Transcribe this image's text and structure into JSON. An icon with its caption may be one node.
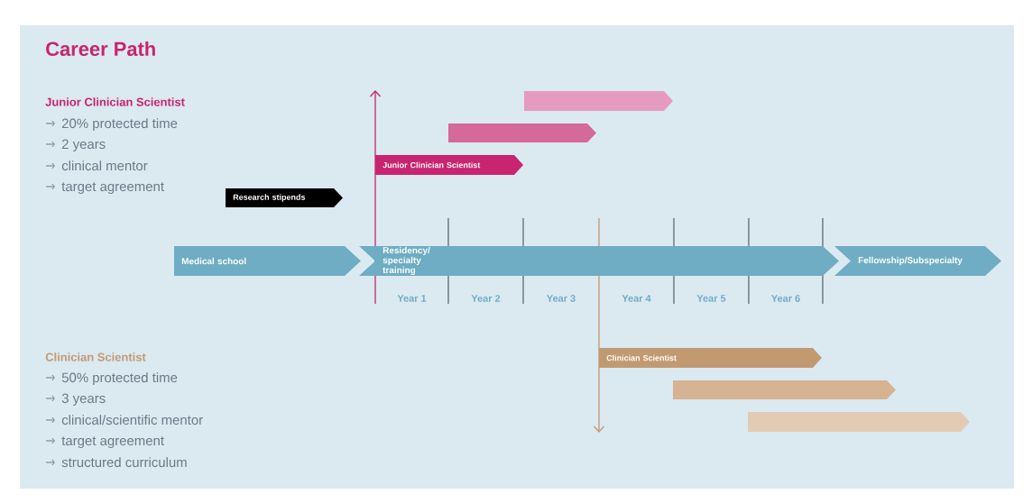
{
  "diagram": {
    "title": "Career Path",
    "nodes": [
      {
        "text": [
          "Medical school"
        ]
      },
      {
        "text": [
          "Residency/ specialty training"
        ]
      },
      {
        "text": [
          "Fellowship/Subspecialty"
        ]
      },
      {
        "text": [
          "Research stipends"
        ]
      },
      {
        "text": [
          "Junior Clinician Scientist"
        ]
      },
      {
        "text": [],
        "shape": "bar"
      },
      {
        "text": [],
        "shape": "bar"
      },
      {
        "text": [
          "Clinician Scientist"
        ]
      },
      {
        "text": [],
        "shape": "bar"
      },
      {
        "text": [],
        "shape": "bar"
      }
    ],
    "labels": [
      "Junior Clinician Scientist",
      "20% protected time",
      "2 years",
      "clinical mentor",
      "target agreement",
      "Year 1",
      "Year 2",
      "Year 3",
      "Year 4",
      "Year 5",
      "Year 6",
      "Clinician Scientist",
      "50% protected time",
      "3 years",
      "clinical/scientific mentor",
      "target agreement",
      "structured curriculum"
    ]
  }
}
